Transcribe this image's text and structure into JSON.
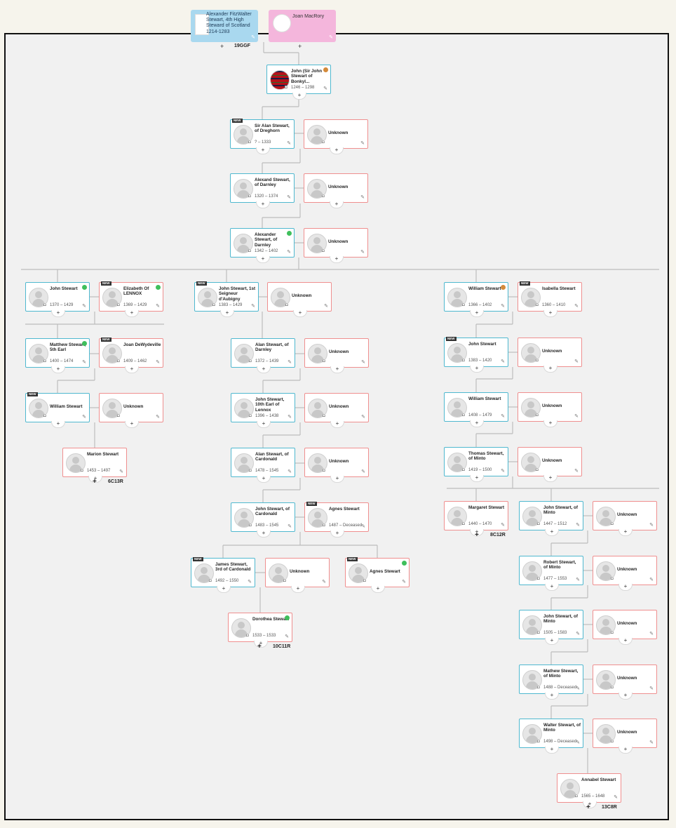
{
  "top_parents": [
    {
      "id": "alexander-4th",
      "name": "Alexander FitzWalter Stewart, 4th High Steward of Scotland 1214-1283",
      "sex": "m"
    },
    {
      "id": "joan-macrory",
      "name": "Joan MacRory",
      "sex": "f"
    }
  ],
  "labels": {
    "top": "19GGF",
    "add": "+",
    "edit": "✎",
    "new_badge": "NEW",
    "camera": "◘"
  },
  "cards": [
    {
      "id": "john-bonkyl",
      "name": "John (Sir John Stewart of Bonkyl...",
      "years": "1246 – 1298",
      "sex": "m",
      "tartan": true,
      "hint": "o"
    },
    {
      "id": "alan-dreghorn",
      "name": "Sir Alan Stewart, of Dreghorn",
      "years": "? – 1333",
      "sex": "m",
      "badge": "NEW"
    },
    {
      "id": "unk-1",
      "name": "Unknown",
      "years": "",
      "sex": "f"
    },
    {
      "id": "alexand-darnley",
      "name": "Alexand Stewart, of Darnley",
      "years": "1320 – 1374",
      "sex": "m"
    },
    {
      "id": "unk-2",
      "name": "Unknown",
      "years": "",
      "sex": "f"
    },
    {
      "id": "alexander-darnley",
      "name": "Alexander Stewart, of Darnley",
      "years": "1342 – 1402",
      "sex": "m",
      "hint": "g"
    },
    {
      "id": "unk-3",
      "name": "Unknown",
      "years": "",
      "sex": "f"
    },
    {
      "id": "john-1370",
      "name": "John Stewart",
      "years": "1370 – 1429",
      "sex": "m",
      "hint": "g"
    },
    {
      "id": "elizabeth-lennox",
      "name": "Elizabeth Of LENNOX",
      "years": "1369 – 1429",
      "sex": "f",
      "badge": "NEW",
      "hint": "g"
    },
    {
      "id": "matthew-5th",
      "name": "Matthew Stewart, 5th Earl",
      "years": "1400 – 1474",
      "sex": "m",
      "hint": "g"
    },
    {
      "id": "joan-dewydeville",
      "name": "Joan DeWydeville",
      "years": "1409 – 1462",
      "sex": "f",
      "badge": "NEW"
    },
    {
      "id": "william-1",
      "name": "William Stewart",
      "years": "",
      "sex": "m",
      "badge": "NEW"
    },
    {
      "id": "unk-4",
      "name": "Unknown",
      "years": "",
      "sex": "f"
    },
    {
      "id": "marion",
      "name": "Marion Stewart",
      "years": "1453 – 1497",
      "sex": "f"
    },
    {
      "id": "john-aubigny",
      "name": "John Stewart, 1st Seigneur d'Aubigny",
      "years": "1383 – 1429",
      "sex": "m",
      "badge": "NEW"
    },
    {
      "id": "unk-5",
      "name": "Unknown",
      "years": "",
      "sex": "f"
    },
    {
      "id": "alan-darnley",
      "name": "Alan Stewart, of Darnley",
      "years": "1372 – 1439",
      "sex": "m"
    },
    {
      "id": "unk-6",
      "name": "Unknown",
      "years": "",
      "sex": "f"
    },
    {
      "id": "john-10th",
      "name": "John Stewart, 10th Earl of Lennox",
      "years": "1396 – 1438",
      "sex": "m"
    },
    {
      "id": "unk-7",
      "name": "Unknown",
      "years": "",
      "sex": "f"
    },
    {
      "id": "alan-cardonald",
      "name": "Alan Stewart, of Cardonald",
      "years": "1478 – 1545",
      "sex": "m"
    },
    {
      "id": "unk-8",
      "name": "Unknown",
      "years": "",
      "sex": "f"
    },
    {
      "id": "john-cardonald",
      "name": "John Stewart, of Cardonald",
      "years": "1483 – 1545",
      "sex": "m"
    },
    {
      "id": "agnes-1",
      "name": "Agnes Stewart",
      "years": "1487 – Deceased",
      "sex": "f",
      "badge": "NEW"
    },
    {
      "id": "james-3rd",
      "name": "James Stewart, 3rd of Cardonald",
      "years": "1492 – 1550",
      "sex": "m",
      "badge": "NEW"
    },
    {
      "id": "unk-9",
      "name": "Unknown",
      "years": "",
      "sex": "f"
    },
    {
      "id": "agnes-2",
      "name": "Agnes Stewart",
      "years": "",
      "sex": "f",
      "badge": "NEW",
      "hint": "g"
    },
    {
      "id": "dorothea",
      "name": "Dorothea Stewart",
      "years": "1533 – 1533",
      "sex": "f",
      "hint": "g"
    },
    {
      "id": "william-1366",
      "name": "William Stewart",
      "years": "1366 – 1402",
      "sex": "m",
      "hint": "o"
    },
    {
      "id": "isabella",
      "name": "Isabella Stewart",
      "years": "1360 – 1410",
      "sex": "f",
      "badge": "NEW"
    },
    {
      "id": "john-1383",
      "name": "John Stewart",
      "years": "1383 – 1420",
      "sex": "m",
      "badge": "NEW"
    },
    {
      "id": "unk-10",
      "name": "Unknown",
      "years": "",
      "sex": "f"
    },
    {
      "id": "william-1408",
      "name": "William Stewart",
      "years": "1408 – 1479",
      "sex": "m"
    },
    {
      "id": "unk-11",
      "name": "Unknown",
      "years": "",
      "sex": "f"
    },
    {
      "id": "thomas-minto",
      "name": "Thomas Stewart, of Minto",
      "years": "1419 – 1500",
      "sex": "m"
    },
    {
      "id": "unk-12",
      "name": "Unknown",
      "years": "",
      "sex": "f"
    },
    {
      "id": "margaret",
      "name": "Margaret Stewart",
      "years": "1440 – 1470",
      "sex": "f"
    },
    {
      "id": "john-minto-1447",
      "name": "John Stewart, of Minto",
      "years": "1447 – 1512",
      "sex": "m"
    },
    {
      "id": "unk-13",
      "name": "Unknown",
      "years": "",
      "sex": "f"
    },
    {
      "id": "robert-minto",
      "name": "Robert Stewart, of Minto",
      "years": "1477 – 1553",
      "sex": "m"
    },
    {
      "id": "unk-14",
      "name": "Unknown",
      "years": "",
      "sex": "f"
    },
    {
      "id": "john-minto-1505",
      "name": "John Stewart, of Minto",
      "years": "1505 – 1583",
      "sex": "m"
    },
    {
      "id": "unk-15",
      "name": "Unknown",
      "years": "",
      "sex": "f"
    },
    {
      "id": "mathew-minto",
      "name": "Mathew Stewart, of Minto",
      "years": "1488 – Deceased",
      "sex": "m"
    },
    {
      "id": "unk-16",
      "name": "Unknown",
      "years": "",
      "sex": "f"
    },
    {
      "id": "walter-minto",
      "name": "Walter Stewart, of Minto",
      "years": "1498 – Deceased",
      "sex": "m"
    },
    {
      "id": "unk-17",
      "name": "Unknown",
      "years": "",
      "sex": "f"
    },
    {
      "id": "annabel",
      "name": "Annabel Stewart",
      "years": "1565 – 1648",
      "sex": "f"
    }
  ],
  "tags": [
    {
      "id": "tag-6c13r",
      "text": "6C13R"
    },
    {
      "id": "tag-10c11r",
      "text": "10C11R"
    },
    {
      "id": "tag-8c12r",
      "text": "8C12R"
    },
    {
      "id": "tag-13c8r",
      "text": "13C8R"
    }
  ]
}
